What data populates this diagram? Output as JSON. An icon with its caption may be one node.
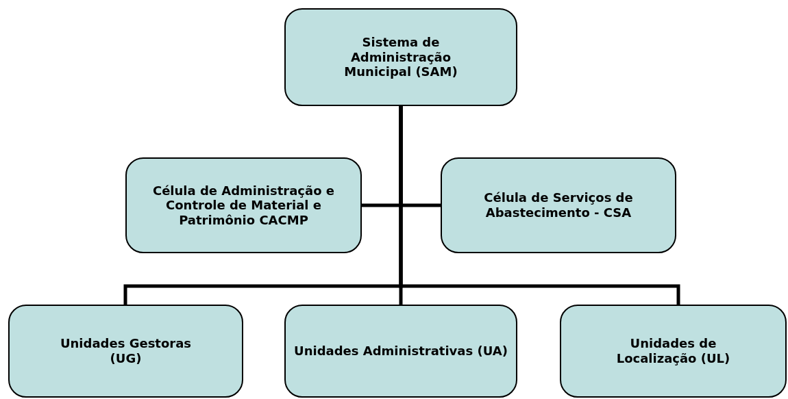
{
  "diagram": {
    "nodes": [
      {
        "text": [
          "Sistema de Administração Municipal (SAM)"
        ]
      },
      {
        "text": [
          "Célula de Administração e Controle de Material e Patrimônio CACMP"
        ]
      },
      {
        "text": [
          "Célula de Serviços de Abastecimento - CSA"
        ]
      },
      {
        "text": [
          "Unidades Gestoras (UG)"
        ]
      },
      {
        "text": [
          "Unidades Administrativas (UA)"
        ]
      },
      {
        "text": [
          "Unidades de Localização (UL)"
        ]
      }
    ],
    "edges": [
      {
        "from": 0,
        "to": 1,
        "arrow": "none"
      },
      {
        "from": 0,
        "to": 2,
        "arrow": "none"
      },
      {
        "from": 0,
        "to": 3,
        "arrow": "none"
      },
      {
        "from": 0,
        "to": 4,
        "arrow": "none"
      },
      {
        "from": 0,
        "to": 5,
        "arrow": "none"
      }
    ]
  }
}
